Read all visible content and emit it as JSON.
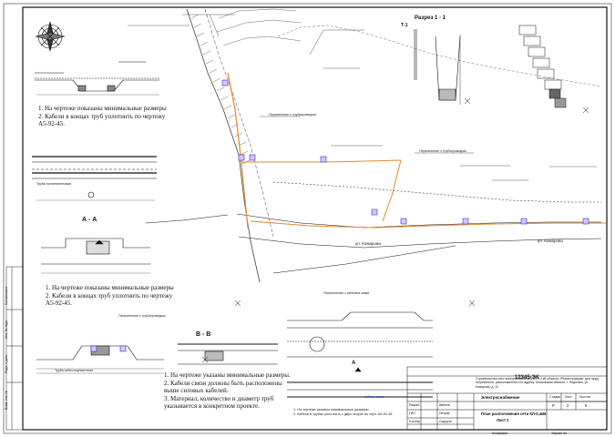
{
  "drawing": {
    "code": "12345-ЭК",
    "section_title": "Разрез 1 - 1",
    "section_AA": "А - А",
    "section_BB": "В - В",
    "section_A_small": "А",
    "trench_T1": "Т-1",
    "notes_top": [
      "1. На чертеже показаны минимальные размеры",
      "2. Кабели в концах труб уплотнить по чертежу",
      "А5-92-45."
    ],
    "notes_mid": [
      "1. На чертеже показаны минимальные размеры",
      "2. Кабели в концах труб уплотнить по чертежу",
      "А5-92-45."
    ],
    "notes_bottom": [
      "1. На чертеже указаны минимальные размеры.",
      "2. Кабели связи должны быть расположены",
      "выше силовых кабелей.",
      "3. Материал, количество и диаметр труб",
      "указывается в конкретном проекте."
    ],
    "notes_small": [
      "1. На чертеже указаны минимальные размеры.",
      "2. Кабели в трубах уплотнить с двух сторон по черт. А5-92-45."
    ],
    "street": "ул. Комарова",
    "labels": {
      "pipe_label": "Труба асбестоцементная",
      "pipe_label2": "Труба полиэтиленовая",
      "cable_label": "Кабель связи",
      "crossing_label": "Пересечение с трубопроводом",
      "electric_label": "Пересечение с кабелем связи"
    }
  },
  "title_block": {
    "organization_text": "Строительство сети электроснабжения КЛ-0,4 кВ объекта «Реконструкция» для нужд потребителя, расположенного по адресу: Московская область, г. Подольск, ул. Комарова, д. 12",
    "work_type": "Электроснабжение",
    "sheet_title_1": "План расположения сети КЛ-0,4кВ.",
    "sheet_title_2": "Лист 2",
    "stage_header": "Стадия",
    "sheet_header": "Лист",
    "sheets_header": "Листов",
    "stage": "Р",
    "sheet": "2",
    "sheets": "5",
    "roles": [
      "Разраб.",
      "ГИП",
      "Н.контр."
    ],
    "names": [
      "Иванов",
      "Петров",
      "Сидоров"
    ],
    "format": "Формат А3",
    "copied": "Копировал"
  },
  "side_stamp": {
    "labels": [
      "Взам. инв. №",
      "Подп. и дата",
      "Инв. № подл.",
      "Согласовано"
    ]
  }
}
